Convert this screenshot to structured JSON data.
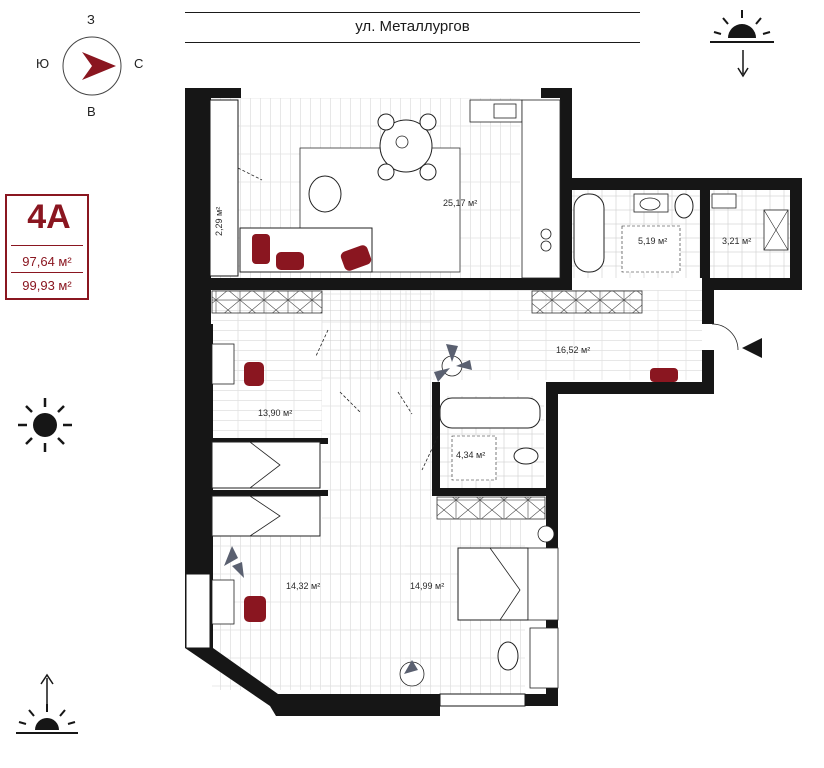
{
  "street": {
    "name": "ул. Металлургов"
  },
  "compass": {
    "north": "З",
    "south": "В",
    "west": "Ю",
    "east": "С"
  },
  "apartment": {
    "code": "4А",
    "area_living": "97,64 м²",
    "area_total": "99,93 м²"
  },
  "rooms": [
    {
      "id": "kitchen-living",
      "area": "25,17 м²"
    },
    {
      "id": "balcony",
      "area": "2,29 м²"
    },
    {
      "id": "bathroom-1",
      "area": "5,19 м²"
    },
    {
      "id": "wc",
      "area": "3,21 м²"
    },
    {
      "id": "hallway",
      "area": "16,52 м²"
    },
    {
      "id": "bedroom-1",
      "area": "13,90 м²"
    },
    {
      "id": "bathroom-2",
      "area": "4,34 м²"
    },
    {
      "id": "bedroom-2",
      "area": "14,32 м²"
    },
    {
      "id": "bedroom-3",
      "area": "14,99 м²"
    }
  ],
  "colors": {
    "accent": "#8a1620",
    "wall": "#161616",
    "floor_line": "#cfcfcf"
  },
  "icons": [
    "compass-icon",
    "sunrise-icon",
    "sun-icon",
    "sunset-icon",
    "down-arrow-icon",
    "up-arrow-icon",
    "entrance-arrow-icon"
  ]
}
